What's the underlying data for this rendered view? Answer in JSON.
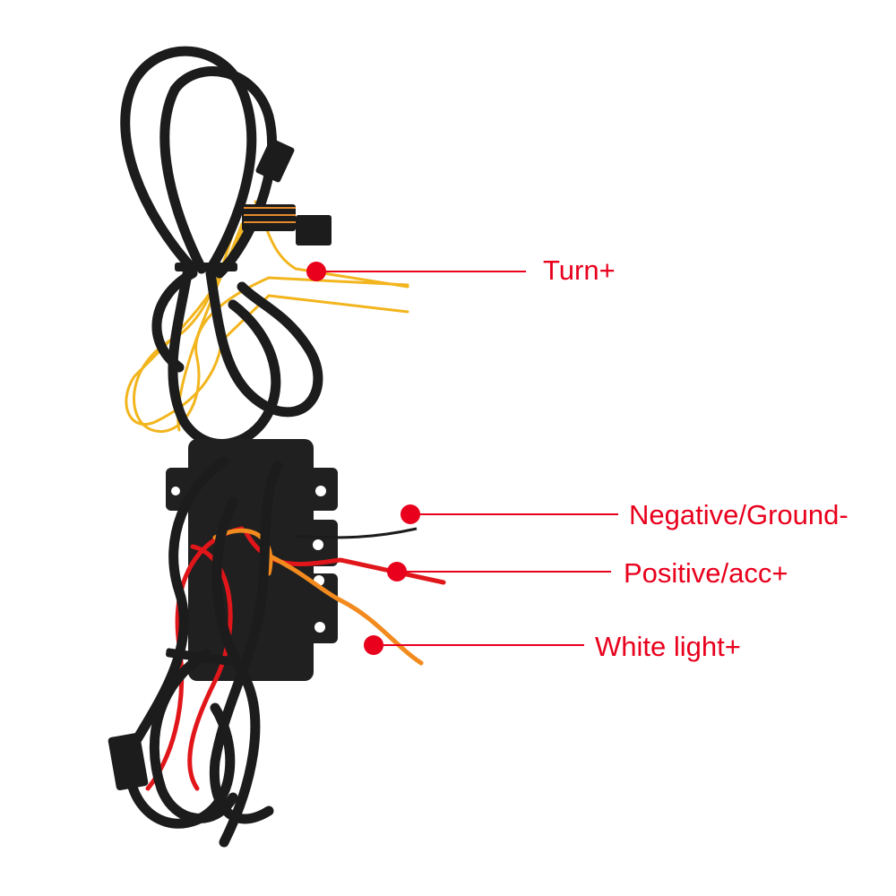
{
  "labels": {
    "turn": "Turn+",
    "negative": "Negative/Ground-",
    "positive": "Positive/acc+",
    "white_light": "White light+"
  },
  "colors": {
    "callout": "#e8001c",
    "cable_black": "#1c1c1c",
    "wire_yellow": "#f2b51e",
    "wire_red": "#e0161a",
    "wire_orange": "#f28a1e",
    "module_body": "#202020",
    "background": "#ffffff"
  }
}
